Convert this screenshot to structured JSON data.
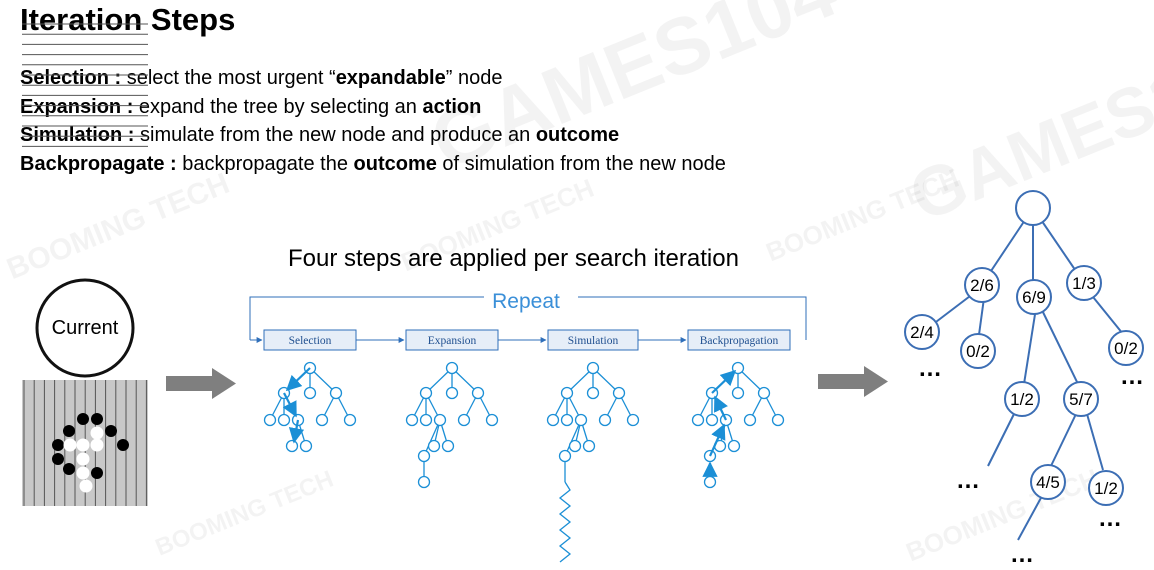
{
  "title": "Iteration Steps",
  "steps": [
    {
      "term": "Selection :",
      "pre": " select the most urgent “",
      "bold": "expandable",
      "post": "” node"
    },
    {
      "term": "Expansion :",
      "pre": " expand the tree by selecting an ",
      "bold": "action",
      "post": ""
    },
    {
      "term": "Simulation :",
      "pre": " simulate from the new node and produce an ",
      "bold": "outcome",
      "post": ""
    },
    {
      "term": "Backpropagate :",
      "pre": " backpropagate the ",
      "bold": "outcome",
      "post": " of simulation from the new node"
    }
  ],
  "subtitle": "Four steps are applied per search iteration",
  "cycle": {
    "repeat_label": "Repeat",
    "stages": [
      "Selection",
      "Expansion",
      "Simulation",
      "Backpropagation"
    ]
  },
  "current_label": "Current",
  "tree": {
    "labels": {
      "n26": "2/6",
      "n69": "6/9",
      "n13": "1/3",
      "n24": "2/4",
      "n02a": "0/2",
      "n02b": "0/2",
      "n12a": "1/2",
      "n57": "5/7",
      "n45": "4/5",
      "n12b": "1/2"
    },
    "ellipsis": "…"
  },
  "watermarks": [
    "GAMES104",
    "BOOMING TECH"
  ],
  "colors": {
    "tree_blue": "#3c6eb4",
    "accent_blue": "#1b8fd6",
    "box_blue": "#2f6fba",
    "arrow_gray": "#7f7f7f",
    "board_bg": "#c8c8c8"
  }
}
